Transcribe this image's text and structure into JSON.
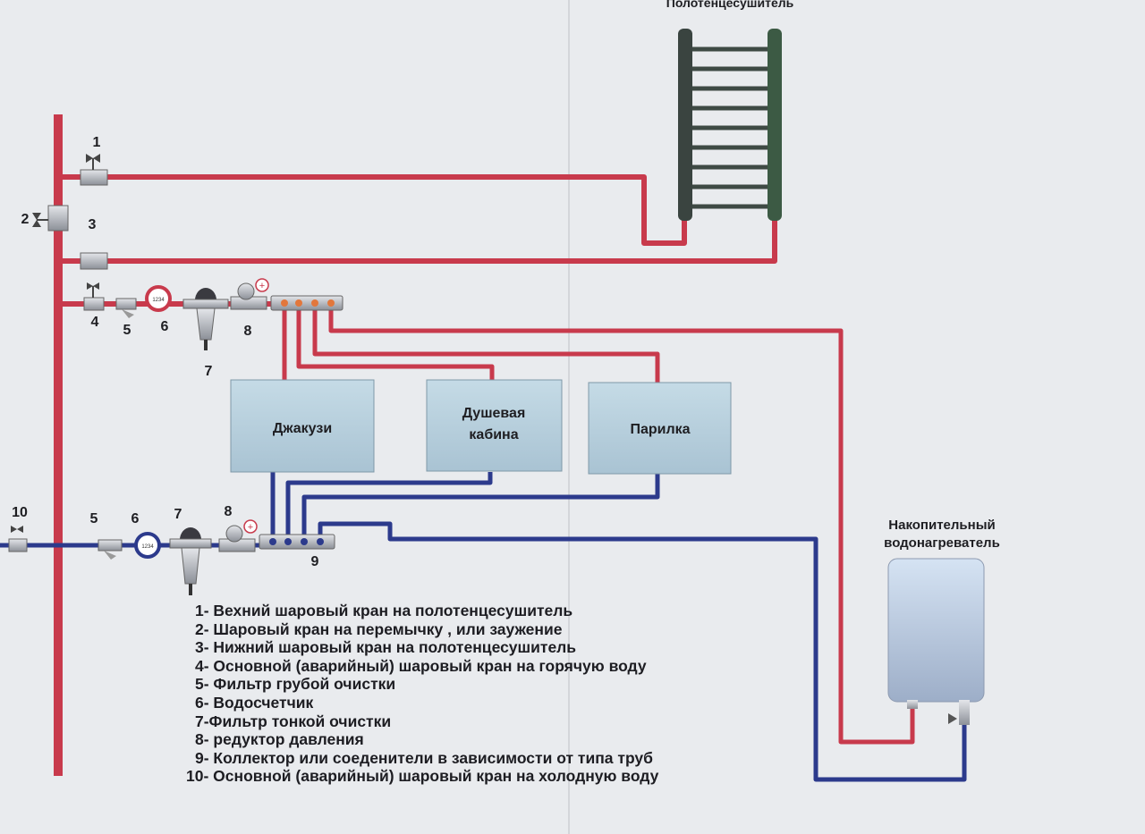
{
  "colors": {
    "hot_pipe": "#c83a4c",
    "cold_pipe": "#2c3a8c",
    "fixture_box": "#b7d0de",
    "paper": "#e9ebee"
  },
  "labels": {
    "towel_dryer": "Полотенцесушитель",
    "water_heater_line1": "Накопительный",
    "water_heater_line2": "водонагреватель",
    "jacuzzi": "Джакузи",
    "shower_line1": "Душевая",
    "shower_line2": "кабина",
    "sauna": "Парилка"
  },
  "markers": {
    "m1": "1",
    "m2": "2",
    "m3": "3",
    "m4": "4",
    "m5": "5",
    "m6": "6",
    "m7": "7",
    "m8": "8",
    "m9": "9",
    "m10": "10",
    "meter_reading": "1234"
  },
  "legend": [
    "1- Вехний шаровый кран на полотенцесушитель",
    "2- Шаровый кран на перемычку , или заужение",
    "3- Нижний шаровый кран на полотенцесушитель",
    "4- Основной (аварийный) шаровый кран на горячую воду",
    "5- Фильтр грубой очистки",
    "6- Водосчетчик",
    "7-Фильтр тонкой очистки",
    "8- редуктор давления",
    "9- Коллектор или соеденители в зависимости от типа труб",
    "10- Основной (аварийный) шаровый кран на холодную воду"
  ]
}
